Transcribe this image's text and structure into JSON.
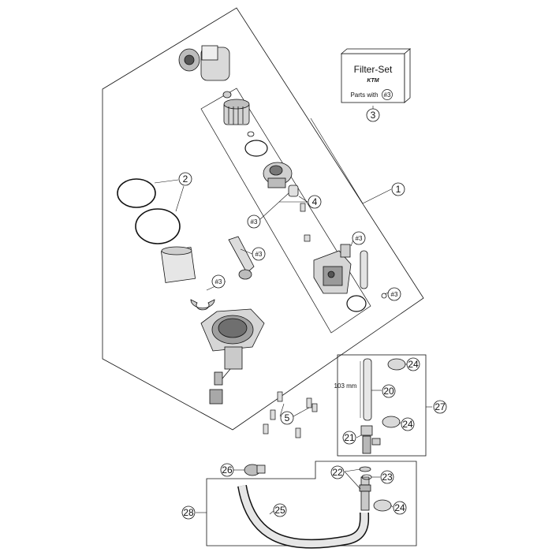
{
  "callouts": {
    "c1": "1",
    "c2": "2",
    "c3": "3",
    "c4": "4",
    "c5": "5",
    "c20": "20",
    "c21": "21",
    "c22": "22",
    "c23": "23",
    "c24a": "24",
    "c24b": "24",
    "c24c": "24",
    "c25": "25",
    "c26": "26",
    "c27": "27",
    "c28": "28"
  },
  "refs": {
    "r1": "#3",
    "r2": "#3",
    "r3": "#3",
    "r4": "#3",
    "r5": "#3",
    "r6": "#3"
  },
  "filter_set": {
    "title": "Filter-Set",
    "brand": "KTM",
    "parts_label": "Parts with",
    "parts_ref": "#3"
  },
  "dimension_label": "103 mm",
  "colors": {
    "line": "#111111",
    "part_light": "#d9d9d9",
    "part_dark": "#555555"
  }
}
